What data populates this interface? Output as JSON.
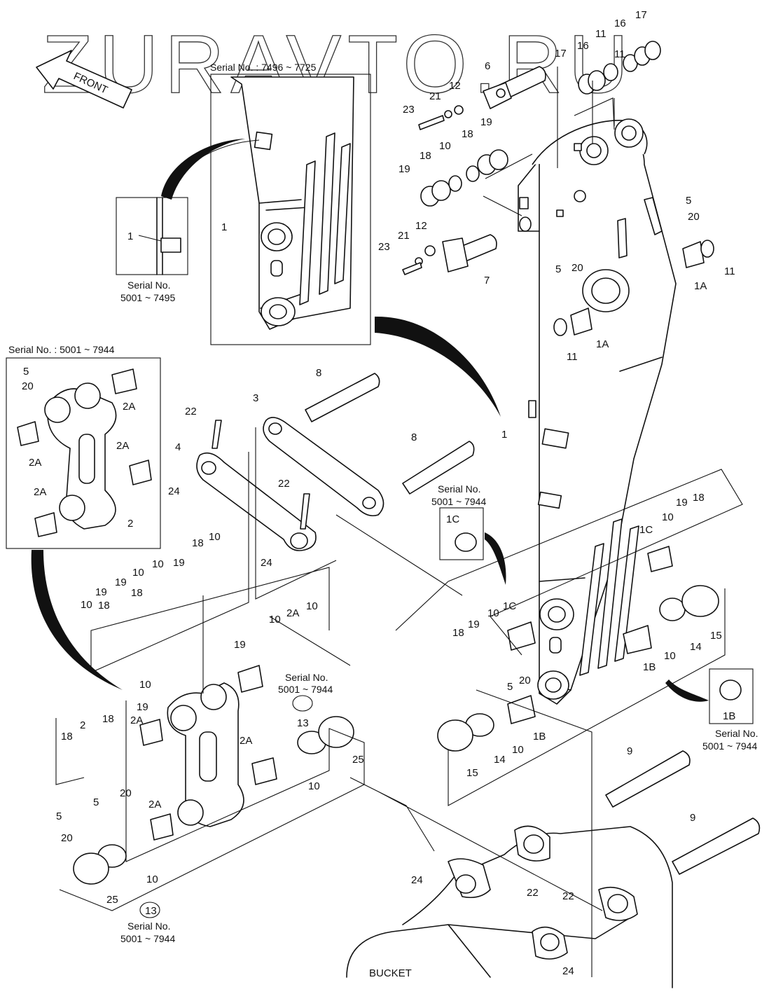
{
  "watermark": "ZURAVTO.RU",
  "front_label": "FRONT",
  "bucket_label": "BUCKET",
  "serial_boxes": {
    "arm_top": "Serial No. : 7496 ~ 7725",
    "arm_inset_title": "Serial No.",
    "arm_inset_range": "5001 ~ 7495",
    "link_box": "Serial No. : 5001 ~ 7944",
    "bushing_1c_title": "Serial No.",
    "bushing_1c_range": "5001 ~ 7944",
    "bushing_1b_title": "Serial No.",
    "bushing_1b_range": "5001 ~ 7944",
    "link_shims_title": "Serial No.",
    "link_shims_range": "5001 ~ 7944",
    "bottom_shims_title": "Serial No.",
    "bottom_shims_range": "5001 ~ 7944"
  },
  "inset_labels": {
    "bush_1c": "1C",
    "bush_1b": "1B"
  },
  "callouts": [
    "17",
    "16",
    "17",
    "16",
    "11",
    "11",
    "6",
    "12",
    "21",
    "23",
    "19",
    "18",
    "18",
    "10",
    "19",
    "5",
    "20",
    "11",
    "1A",
    "5",
    "20",
    "1A",
    "11",
    "12",
    "21",
    "23",
    "7",
    "1",
    "1",
    "5",
    "20",
    "2A",
    "2A",
    "2A",
    "2A",
    "2",
    "22",
    "4",
    "24",
    "3",
    "8",
    "8",
    "22",
    "24",
    "10",
    "19",
    "18",
    "10",
    "19",
    "18",
    "10",
    "10",
    "19",
    "18",
    "10",
    "2A",
    "10",
    "19",
    "18",
    "2",
    "2A",
    "10",
    "19",
    "18",
    "5",
    "20",
    "2A",
    "5",
    "20",
    "2A",
    "13",
    "10",
    "25",
    "10",
    "25",
    "13",
    "1C",
    "10",
    "19",
    "18",
    "1C",
    "10",
    "19",
    "18",
    "5",
    "20",
    "10",
    "14",
    "15",
    "1B",
    "15",
    "14",
    "10",
    "1B",
    "9",
    "9",
    "22",
    "22",
    "24",
    "24"
  ]
}
